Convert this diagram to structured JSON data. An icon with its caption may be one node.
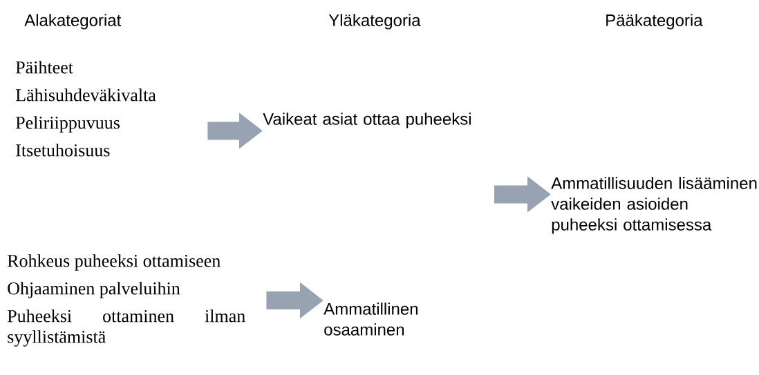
{
  "diagram": {
    "nodes": [
      {
        "text": [
          "Päihteet",
          "Lähisuhdeväkivalta",
          "Peliriippuvuus",
          "Itsetuhoisuus"
        ]
      },
      {
        "text": [
          "Vaikeat asiat ottaa puheeksi"
        ]
      },
      {
        "text": [
          "Rohkeus puheeksi ottamiseen",
          "Ohjaaminen palveluihin",
          "Puheeksi ottaminen ilman syyllistämistä"
        ]
      },
      {
        "text": [
          "Ammatillinen osaaminen"
        ]
      },
      {
        "text": [
          "Ammatillisuuden lisääminen vaikeiden asioiden puheeksi ottamisessa"
        ]
      }
    ],
    "edges": [
      {
        "from": 0,
        "to": 1,
        "arrow": "to"
      },
      {
        "from": 2,
        "to": 3,
        "arrow": "to"
      },
      {
        "from": null,
        "to": 4,
        "arrow": "to"
      }
    ],
    "labels": [
      "Alakategoriat",
      "Yläkategoria",
      "Pääkategoria"
    ]
  }
}
